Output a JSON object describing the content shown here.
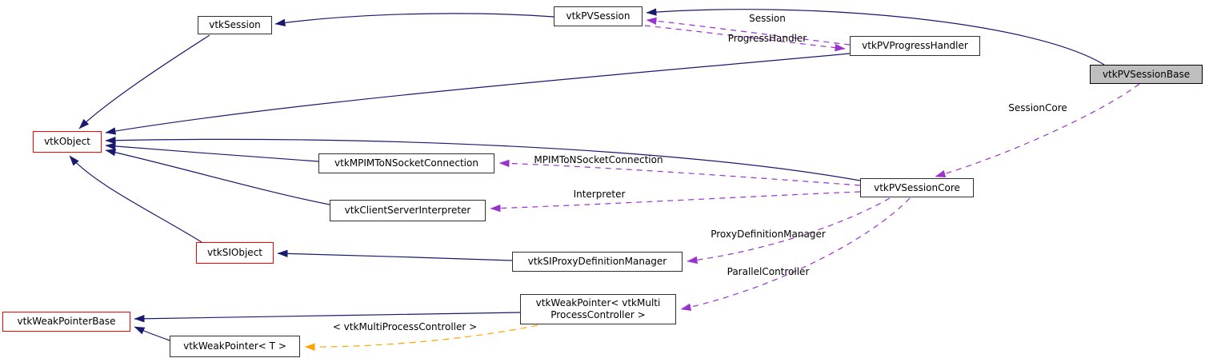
{
  "diagram": {
    "kind": "collaboration-graph",
    "focus_node": "vtkPVSessionBase",
    "colors": {
      "inheritance_edge": "#191970",
      "usage_edge": "#9a32cd",
      "template_edge": "#ffa500",
      "node_border": "#2f2f2f",
      "truncated_node_border": "#ff0000",
      "focus_node_fill": "#bfbfbf",
      "background": "#ffffff"
    },
    "nodes": {
      "session": {
        "label": "vtkSession"
      },
      "pvsession": {
        "label": "vtkPVSession"
      },
      "pvprogresshandler": {
        "label": "vtkPVProgressHandler"
      },
      "pvsessionbase": {
        "label": "vtkPVSessionBase"
      },
      "object": {
        "label": "vtkObject"
      },
      "mpimtonsocketconnection": {
        "label": "vtkMPIMToNSocketConnection"
      },
      "clientserverinterpreter": {
        "label": "vtkClientServerInterpreter"
      },
      "pvsessioncore": {
        "label": "vtkPVSessionCore"
      },
      "siobject": {
        "label": "vtkSIObject"
      },
      "siproxydefinitionmanager": {
        "label": "vtkSIProxyDefinitionManager"
      },
      "weakpointerbase": {
        "label": "vtkWeakPointerBase"
      },
      "weakpointermpc": {
        "label": "vtkWeakPointer< vtkMulti\nProcessController >"
      },
      "weakpointert": {
        "label": "vtkWeakPointer< T >"
      }
    },
    "edge_labels": {
      "session": "Session",
      "progress_handler": "ProgressHandler",
      "session_core": "SessionCore",
      "mpim_to_n_socket_connection": "MPIMToNSocketConnection",
      "interpreter": "Interpreter",
      "proxy_definition_manager": "ProxyDefinitionManager",
      "parallel_controller": "ParallelController",
      "template_instance": "< vtkMultiProcessController >"
    }
  }
}
